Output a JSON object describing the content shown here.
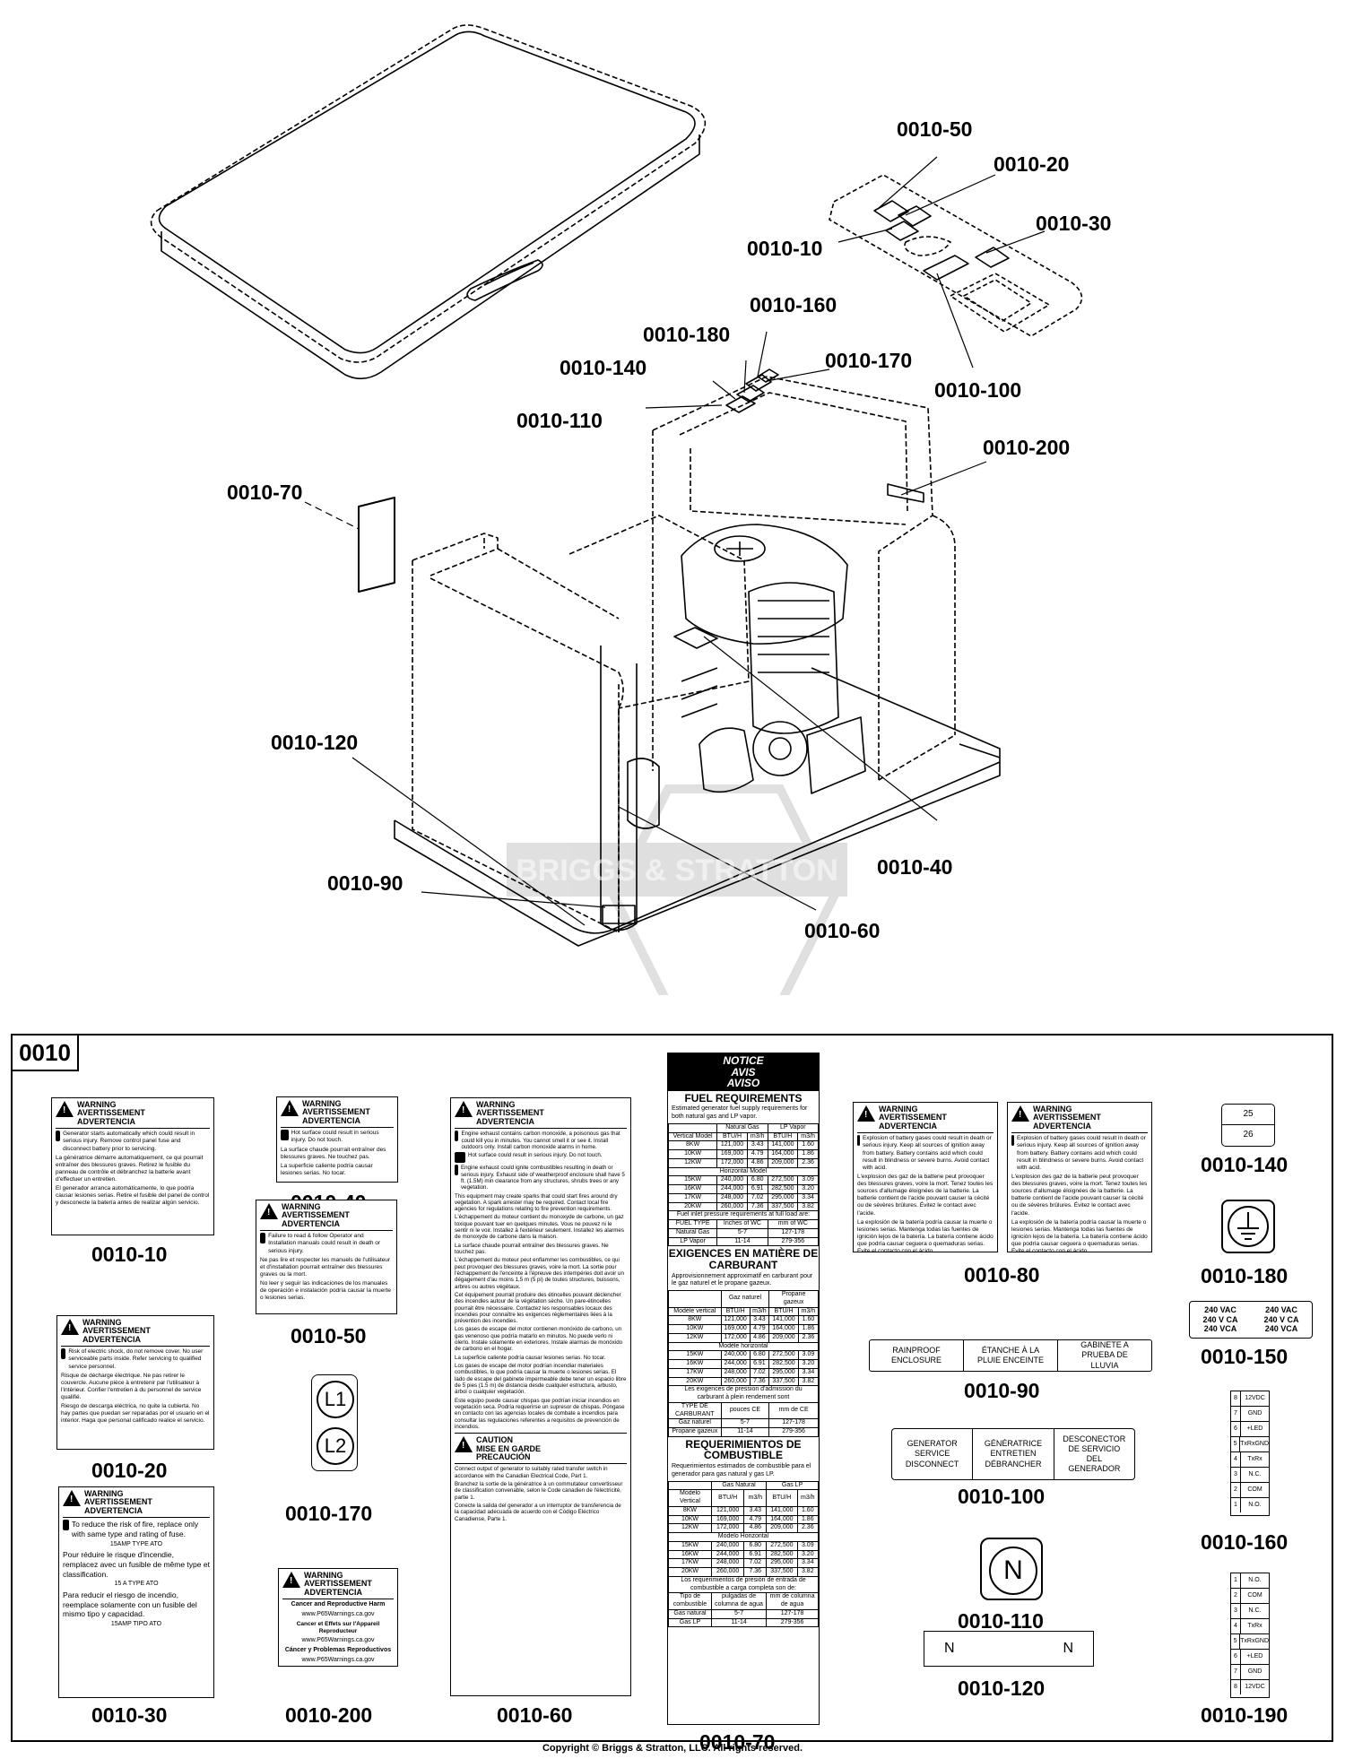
{
  "callouts": {
    "c50": "0010-50",
    "c20": "0010-20",
    "c10": "0010-10",
    "c30": "0010-30",
    "c160": "0010-160",
    "c180": "0010-180",
    "c170": "0010-170",
    "c140": "0010-140",
    "c110": "0010-110",
    "c100": "0010-100",
    "c200": "0010-200",
    "c70": "0010-70",
    "c120": "0010-120",
    "c90": "0010-90",
    "c40": "0010-40",
    "c60": "0010-60"
  },
  "watermark": "BRIGGS & STRATTON",
  "legend": {
    "code": "0010",
    "labels": {
      "l10": "0010-10",
      "l20": "0010-20",
      "l30": "0010-30",
      "l40": "0010-40",
      "l50": "0010-50",
      "l170": "0010-170",
      "l200": "0010-200",
      "l60": "0010-60",
      "l70": "0010-70",
      "l80": "0010-80",
      "l90": "0010-90",
      "l100": "0010-100",
      "l110": "0010-110",
      "l120": "0010-120",
      "l140": "0010-140",
      "l180": "0010-180",
      "l150": "0010-150",
      "l160": "0010-160",
      "l190": "0010-190"
    },
    "warning_header": [
      "WARNING",
      "AVERTISSEMENT",
      "ADVERTENCIA"
    ],
    "d10": [
      "Generator starts automatically which could result in serious injury. Remove control panel fuse and disconnect battery prior to servicing.",
      "La génératrice démarre automatiquement, ce qui pourrait entraîner des blessures graves. Retirez le fusible du panneau de contrôle et débranchez la batterie avant d'effectuer un entretien.",
      "El generador arranca automáticamente, lo que podría causar lesiones serias. Retire el fusible del panel de control y desconecte la batería antes de realizar algún servicio."
    ],
    "d20": [
      "Risk of electric shock, do not remove cover. No user serviceable parts inside. Refer servicing to qualified service personnel.",
      "Risque de décharge électrique. Ne pas retirer le couvercle. Aucune pièce à entretenir par l'utilisateur à l'intérieur. Confier l'entretien à du personnel de service qualifié.",
      "Riesgo de descarga eléctrica, no quite la cubierta. No hay partes que puedan ser reparadas por el usuario en el interior. Haga que personal calificado realice el servicio."
    ],
    "d30": [
      "To reduce the risk of fire, replace only with same type and rating of fuse.",
      "15AMP TYPE ATO",
      "Pour réduire le risque d'incendie, remplacez avec un fusible de même type et classification.",
      "15 A TYPE ATO",
      "Para reducir el riesgo de incendio, reemplace solamente con un fusible del mismo tipo y capacidad.",
      "15AMP TIPO ATO"
    ],
    "d40": [
      "Hot surface could result in serious injury. Do not touch.",
      "La surface chaude pourrait entraîner des blessures graves. Ne touchez pas.",
      "La superficie caliente podría causar lesiones serias. No tocar."
    ],
    "d50": [
      "Failure to read & follow Operator and Installation manuals could result in death or serious injury.",
      "Ne pas lire et respecter les manuels de l'utilisateur et d'installation pourrait entraîner des blessures graves ou la mort.",
      "No leer y seguir las indicaciones de los manuales de operación e instalación podría causar la muerte o lesiones serias."
    ],
    "d170": [
      "L1",
      "L2"
    ],
    "d200": [
      "Cancer and Reproductive Harm",
      "www.P65Warnings.ca.gov",
      "Cancer et Effets sur l'Appareil Reproducteur",
      "www.P65Warnings.ca.gov",
      "Cáncer y Problemas Reproductivos",
      "www.P65Warnings.ca.gov"
    ],
    "d60": [
      "Engine exhaust contains carbon monoxide, a poisonous gas that could kill you in minutes. You cannot smell it or see it. Install outdoors only. Install carbon monoxide alarms in home.",
      "Hot surface could result in serious injury. Do not touch.",
      "Engine exhaust could ignite combustibles resulting in death or serious injury. Exhaust side of weatherproof enclosure shall have 5 ft. (1.5M) min clearance from any structures, shrubs trees or any vegetation.",
      "This equipment may create sparks that could start fires around dry vegetation. A spark arrester may be required. Contact local fire agencies for regulations relating to fire prevention requirements.",
      "L'échappement du moteur contient du monoxyde de carbone, un gaz toxique pouvant tuer en quelques minutes. Vous ne pouvez ni le sentir ni le voir. Installez à l'extérieur seulement. Installez les alarmes de monoxyde de carbone dans la maison.",
      "La surface chaude pourrait entraîner des blessures graves. Ne touchez pas.",
      "L'échappement du moteur peut enflammer les combustibles, ce qui peut provoquer des blessures graves, voire la mort. La sortie pour l'échappement de l'enceinte à l'épreuve des intempéries doit avoir un dégagement d'au moins 1,5 m (5 pi) de toutes structures, buissons, arbres ou autres végétaux.",
      "Cet équipement pourrait produire des étincelles pouvant déclencher des incendies autour de la végétation sèche. Un pare-étincelles pourrait être nécessaire. Contactez les responsables locaux des incendies pour connaître les exigences réglementaires liées à la prévention des incendies.",
      "Los gases de escape del motor contienen monóxido de carbono, un gas venenoso que podría matarlo en minutos. No puede verlo ni olerlo. Instale solamente en exteriores. Instale alarmas de monóxido de carbono en el hogar.",
      "La superficie caliente podría causar lesiones serias. No tocar.",
      "Los gases de escape del motor podrían incendiar materiales combustibles, lo que podría causar la muerte o lesiones serias. El lado de escape del gabinete impermeable debe tener un espacio libre de 5 pies (1.5 m) de distancia desde cualquier estructura, arbusto, árbol o cualquier vegetación.",
      "Este equipo puede causar chispas que podrían iniciar incendios en vegetación seca. Podría requerirse un supresor de chispas. Póngase en contacto con las agencias locales de combate a incendios para consultar las regulaciones referentes a requisitos de prevención de incendios."
    ],
    "d60_caution": [
      "CAUTION",
      "MISE EN GARDE",
      "PRECAUCIÓN"
    ],
    "d60_caution_text": [
      "Connect output of generator to suitably rated transfer switch in accordance with the Canadian Electrical Code, Part 1.",
      "Branchez la sortie de la génératrice à un commutateur convertisseur de classification convenable, selon le Code canadien de l'électricité, partie 1.",
      "Conecte la salida del generador a un interruptor de transferencia de la capacidad adecuada de acuerdo con el Código Eléctrico Canadiense, Parte 1."
    ],
    "d70": {
      "notice": [
        "NOTICE",
        "AVIS",
        "AVISO"
      ],
      "en_title": "FUEL REQUIREMENTS",
      "en_intro": "Estimated generator fuel supply requirements for both natural gas and LP vapor.",
      "en_heads": [
        "Natural Gas",
        "LP Vapor"
      ],
      "units": [
        "BTU/H",
        "m3/h",
        "BTU/H",
        "m3/h"
      ],
      "en_vert": "Vertical Model",
      "en_horiz": "Horizontal Model",
      "vert_rows": [
        [
          "8KW",
          "121,000",
          "3.43",
          "141,000",
          "1.60"
        ],
        [
          "10KW",
          "169,000",
          "4.79",
          "164,000",
          "1.86"
        ],
        [
          "12KW",
          "172,000",
          "4.86",
          "209,000",
          "2.36"
        ]
      ],
      "horiz_rows": [
        [
          "15KW",
          "240,000",
          "6.80",
          "272,500",
          "3.09"
        ],
        [
          "16KW",
          "244,000",
          "6.91",
          "282,500",
          "3.20"
        ],
        [
          "17KW",
          "248,000",
          "7.02",
          "295,000",
          "3.34"
        ],
        [
          "20KW",
          "260,000",
          "7.36",
          "337,500",
          "3.82"
        ]
      ],
      "en_press": "Fuel inlet pressure requirements at full load are:",
      "en_ptable": [
        [
          "FUEL TYPE",
          "Inches of WC",
          "mm of WC"
        ],
        [
          "Natural Gas",
          "5-7",
          "127-178"
        ],
        [
          "LP Vapor",
          "11-14",
          "279-356"
        ]
      ],
      "fr_title": "EXIGENCES EN MATIÈRE DE CARBURANT",
      "fr_intro": "Approvisionnement approximatif en carburant pour le gaz naturel et le propane gazeux.",
      "fr_heads": [
        "Gaz naturel",
        "Propane gazeux"
      ],
      "fr_vert": "Modèle vertical",
      "fr_horiz": "Modèle horizontal",
      "fr_press": "Les exigences de pression d'admission du carburant à plein rendement sont",
      "fr_ptable": [
        [
          "TYPE DE CARBURANT",
          "pouces CE",
          "mm de CE"
        ],
        [
          "Gaz naturel",
          "5-7",
          "127-178"
        ],
        [
          "Propane gazeux",
          "11-14",
          "279-356"
        ]
      ],
      "es_title": "REQUERIMIENTOS DE COMBUSTIBLE",
      "es_intro": "Requerimientos estimados de combustible para el generador para gas natural y gas LP.",
      "es_heads": [
        "Gas Natural",
        "Gas LP"
      ],
      "es_vert": "Modelo Vertical",
      "es_horiz": "Modelo Horizontal",
      "es_press": "Los requerimientos de presión de entrada de combustible a carga completa son de:",
      "es_ptable": [
        [
          "Tipo de combustible",
          "pulgadas de columna de agua",
          "mm de columna de agua"
        ],
        [
          "Gas natural",
          "5-7",
          "127-178"
        ],
        [
          "Gas LP",
          "11-14",
          "279-356"
        ]
      ]
    },
    "d80": [
      "Explosion of battery gases could result in death or serious injury. Keep all sources of ignition away from battery. Battery contains acid which could result in blindness or severe burns. Avoid contact with acid.",
      "L'explosion des gaz de la batterie peut provoquer des blessures graves, voire la mort. Tenez toutes les sources d'allumage éloignées de la batterie. La batterie contient de l'acide pouvant causer la cécité ou de sévères brûlures. Évitez le contact avec l'acide.",
      "La explosión de la batería podría causar la muerte o lesiones serias. Mantenga todas las fuentes de ignición lejos de la batería. La batería contiene ácido que podría causar ceguera o quemaduras serias. Evite el contacto con el ácido."
    ],
    "d90": [
      "RAINPROOF ENCLOSURE",
      "ÉTANCHE À LA PLUIE ENCEINTE",
      "GABINETE A PRUEBA DE LLUVIA"
    ],
    "d100": [
      "GENERATOR SERVICE DISCONNECT",
      "GÉNÉRATRICE ENTRETIEN DÉBRANCHER",
      "DESCONECTOR DE SERVICIO DEL GENERADOR"
    ],
    "d110": "N",
    "d120": [
      "N",
      "N"
    ],
    "d140": [
      "25",
      "26"
    ],
    "d150": [
      "240 VAC",
      "240 V CA",
      "240 VCA",
      "240 VAC",
      "240 V CA",
      "240 VCA"
    ],
    "d160": [
      [
        "8",
        "12VDC"
      ],
      [
        "7",
        "GND"
      ],
      [
        "6",
        "+LED"
      ],
      [
        "5",
        "TxRxGND"
      ],
      [
        "4",
        "TxRx"
      ],
      [
        "3",
        "N.C."
      ],
      [
        "2",
        "COM"
      ],
      [
        "1",
        "N.O."
      ]
    ],
    "d190": [
      [
        "1",
        "N.O."
      ],
      [
        "2",
        "COM"
      ],
      [
        "3",
        "N.C."
      ],
      [
        "4",
        "TxRx"
      ],
      [
        "5",
        "TxRxGND"
      ],
      [
        "6",
        "+LED"
      ],
      [
        "7",
        "GND"
      ],
      [
        "8",
        "12VDC"
      ]
    ]
  },
  "copyright": "Copyright © Briggs & Stratton, LLC. All rights reserved."
}
